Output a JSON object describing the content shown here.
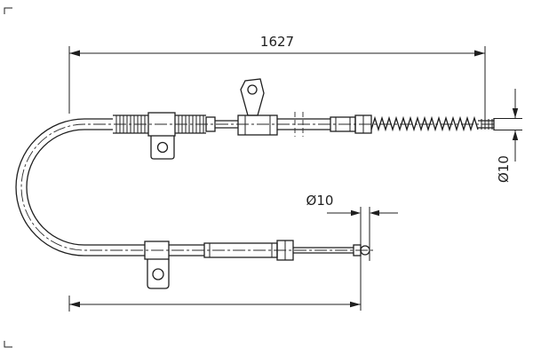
{
  "drawing": {
    "kind": "cable-technical-drawing",
    "colors": {
      "line": "#1f1f1f",
      "background": "#ffffff"
    },
    "labels": {
      "dim_overall": "1627",
      "dia_right": "Ø10",
      "dia_eye": "Ø10"
    }
  }
}
